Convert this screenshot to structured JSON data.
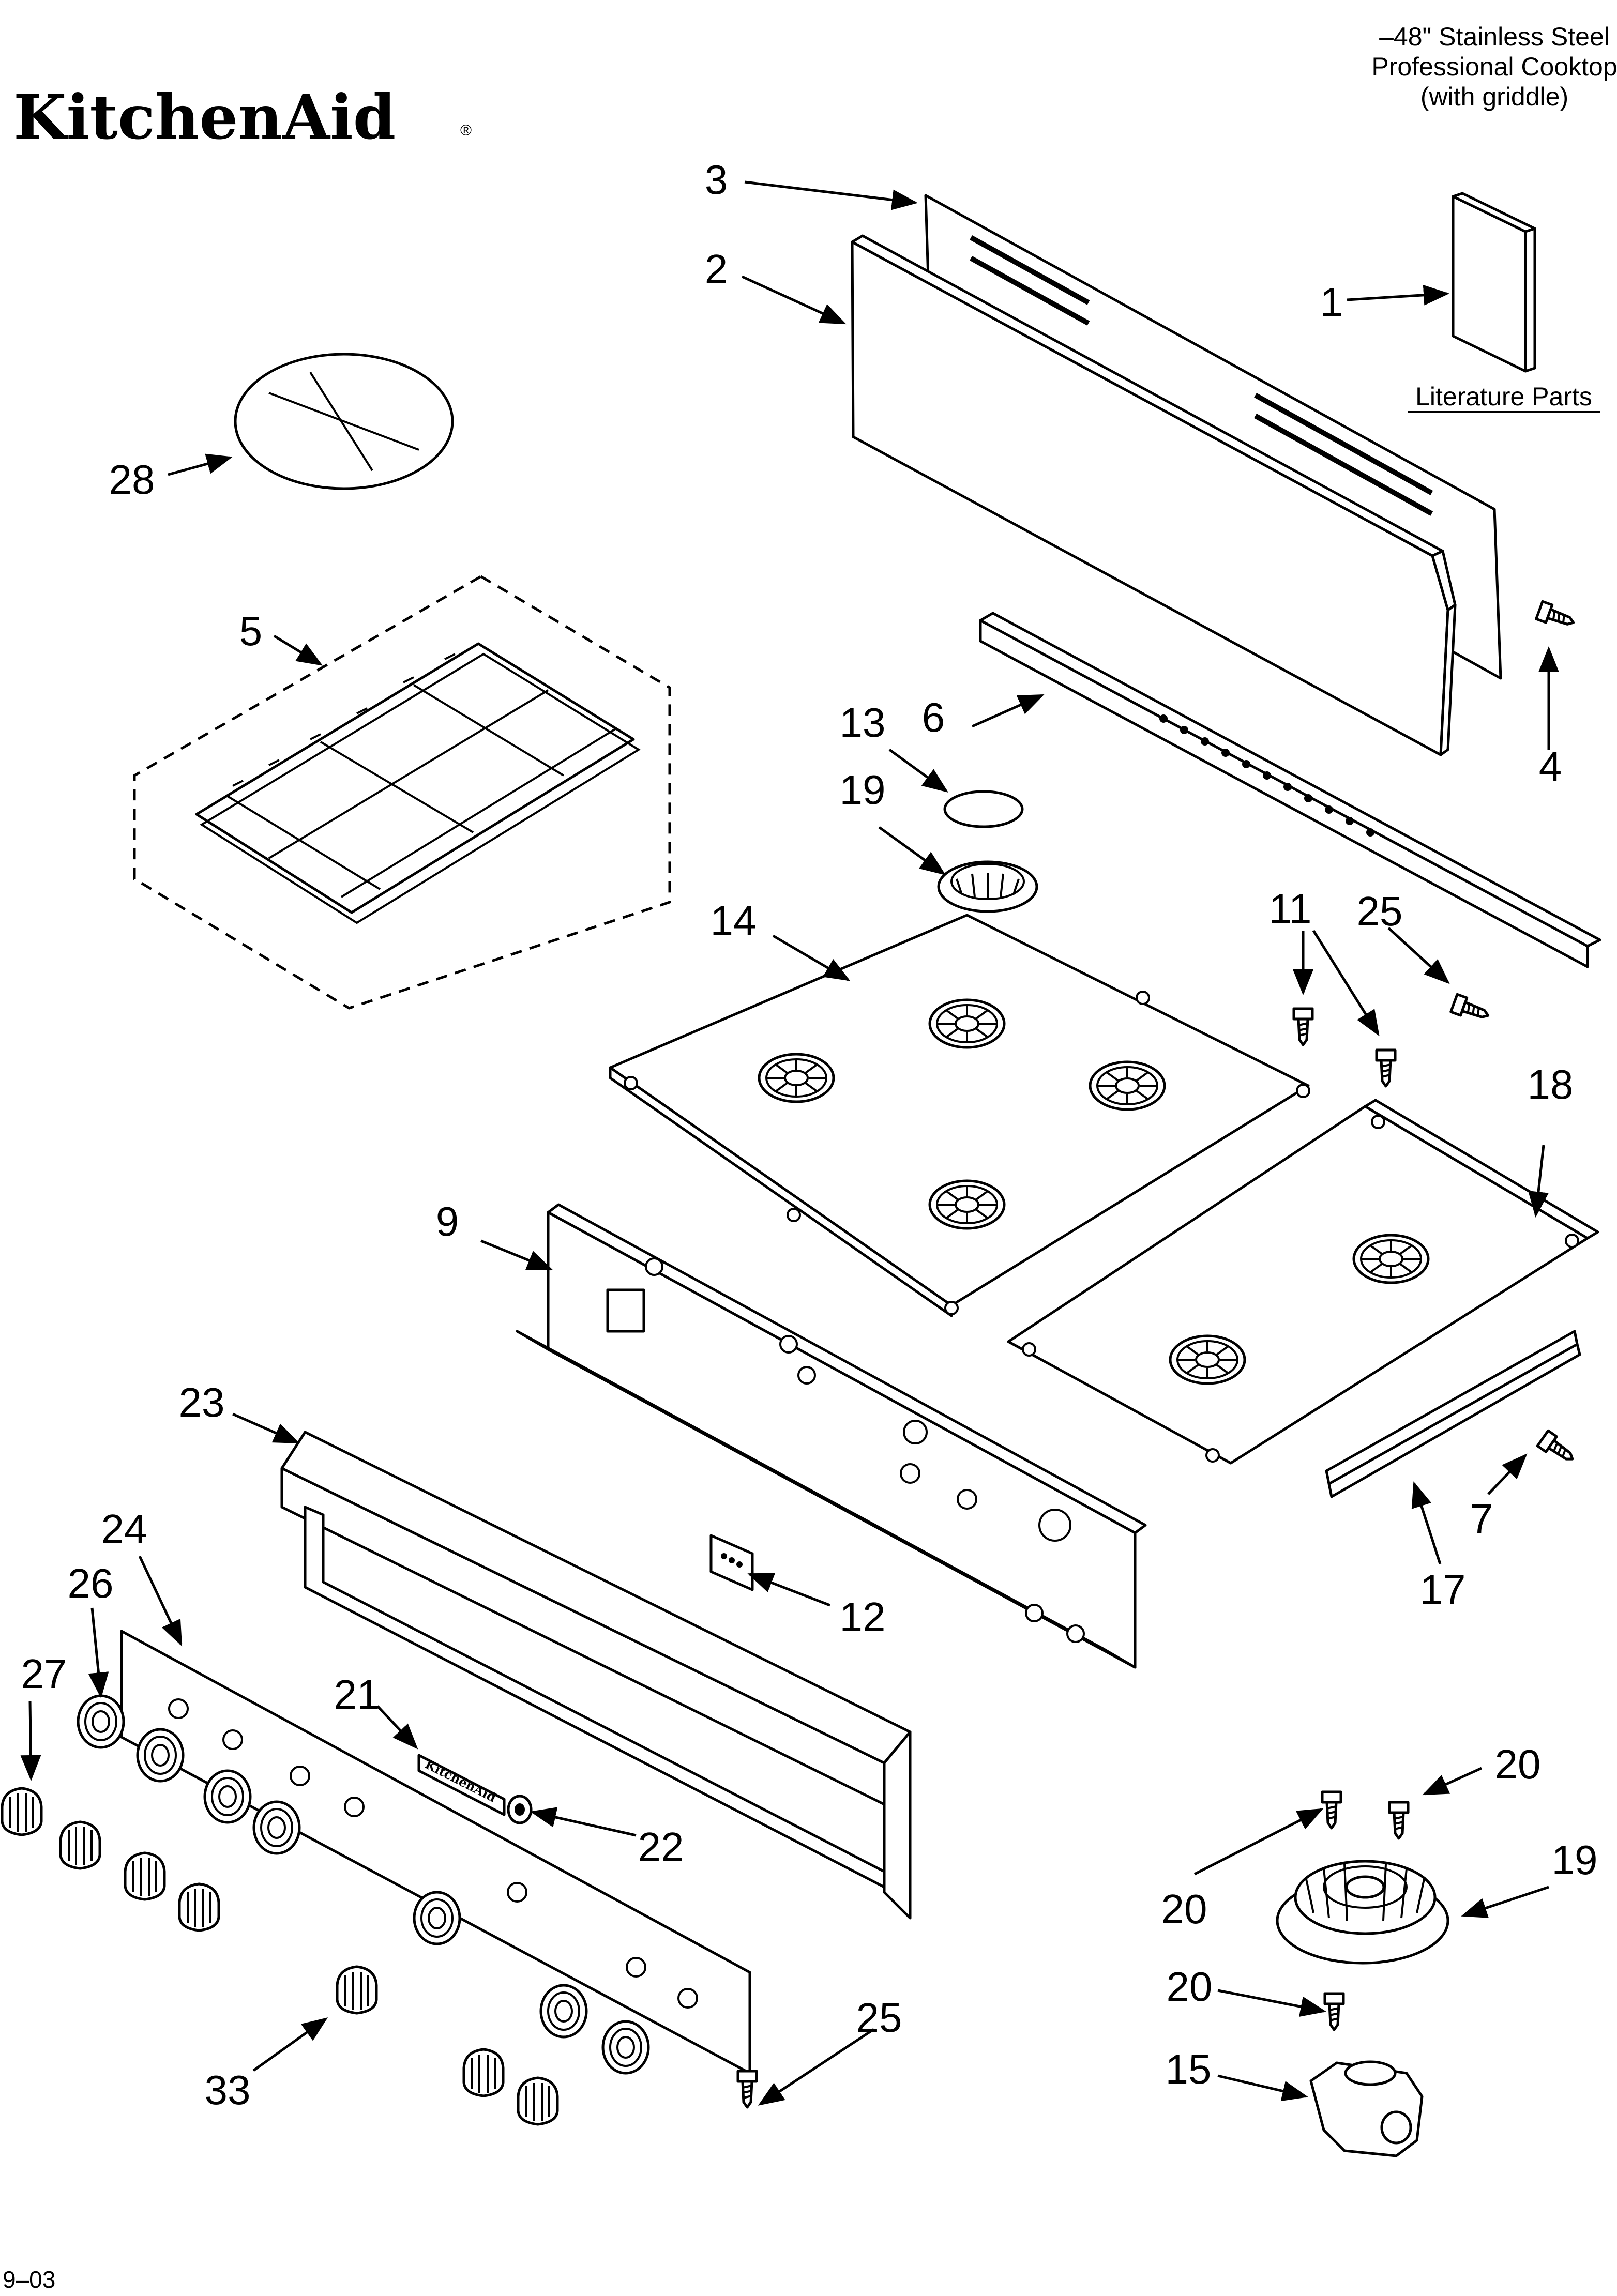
{
  "header": {
    "brand": "KitchenAid",
    "registered_mark": "®",
    "title_lines": [
      "–48\" Stainless Steel",
      "Professional Cooktop",
      "(with griddle)"
    ],
    "literature_label": "Literature Parts",
    "date_code": "9–03"
  },
  "callouts": [
    "1",
    "2",
    "3",
    "4",
    "5",
    "6",
    "7",
    "9",
    "11",
    "12",
    "13",
    "14",
    "15",
    "17",
    "18",
    "19",
    "19",
    "20",
    "20",
    "20",
    "21",
    "22",
    "23",
    "24",
    "25",
    "25",
    "26",
    "27",
    "28",
    "33"
  ],
  "nameplate_text": "KitchenAid"
}
